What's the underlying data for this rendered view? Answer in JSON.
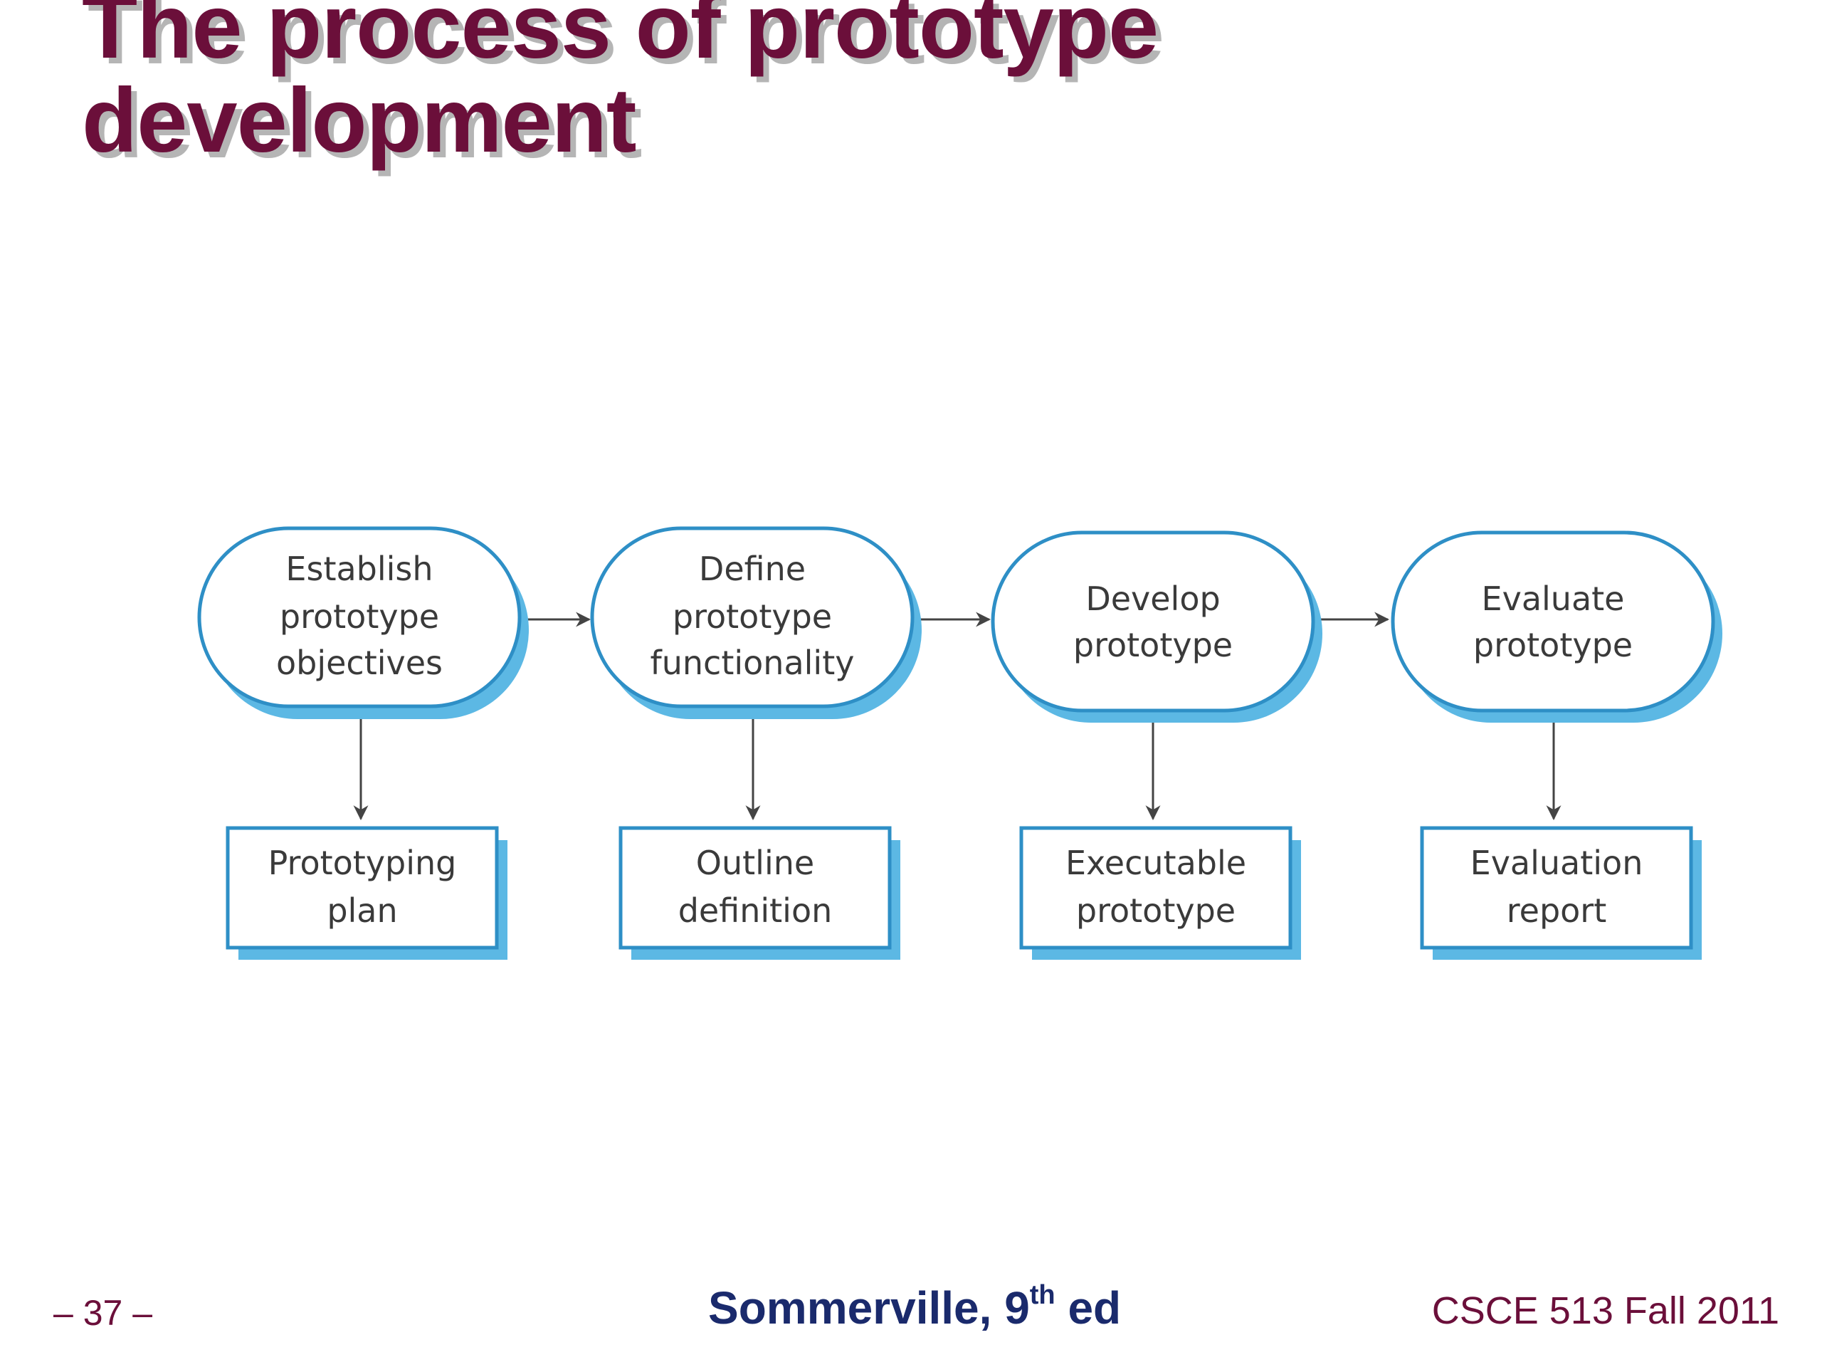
{
  "slide": {
    "title_line1": "The process of prototype",
    "title_line2": "development"
  },
  "diagram": {
    "activities": [
      {
        "lines": [
          "Establish",
          "prototype",
          "objectives"
        ]
      },
      {
        "lines": [
          "Define",
          "prototype",
          "functionality"
        ]
      },
      {
        "lines": [
          "Develop",
          "prototype"
        ]
      },
      {
        "lines": [
          "Evaluate",
          "prototype"
        ]
      }
    ],
    "outputs": [
      {
        "lines": [
          "Prototyping",
          "plan"
        ]
      },
      {
        "lines": [
          "Outline",
          "definition"
        ]
      },
      {
        "lines": [
          "Executable",
          "prototype"
        ]
      },
      {
        "lines": [
          "Evaluation",
          "report"
        ]
      }
    ],
    "colors": {
      "border": "#2e8fc6",
      "shadow": "#5cb8e4",
      "arrow": "#444444"
    }
  },
  "footer": {
    "page_number": "– 37 –",
    "source_main": "Sommerville, 9",
    "source_sup": "th",
    "source_tail": " ed",
    "course": "CSCE 513 Fall 2011"
  }
}
